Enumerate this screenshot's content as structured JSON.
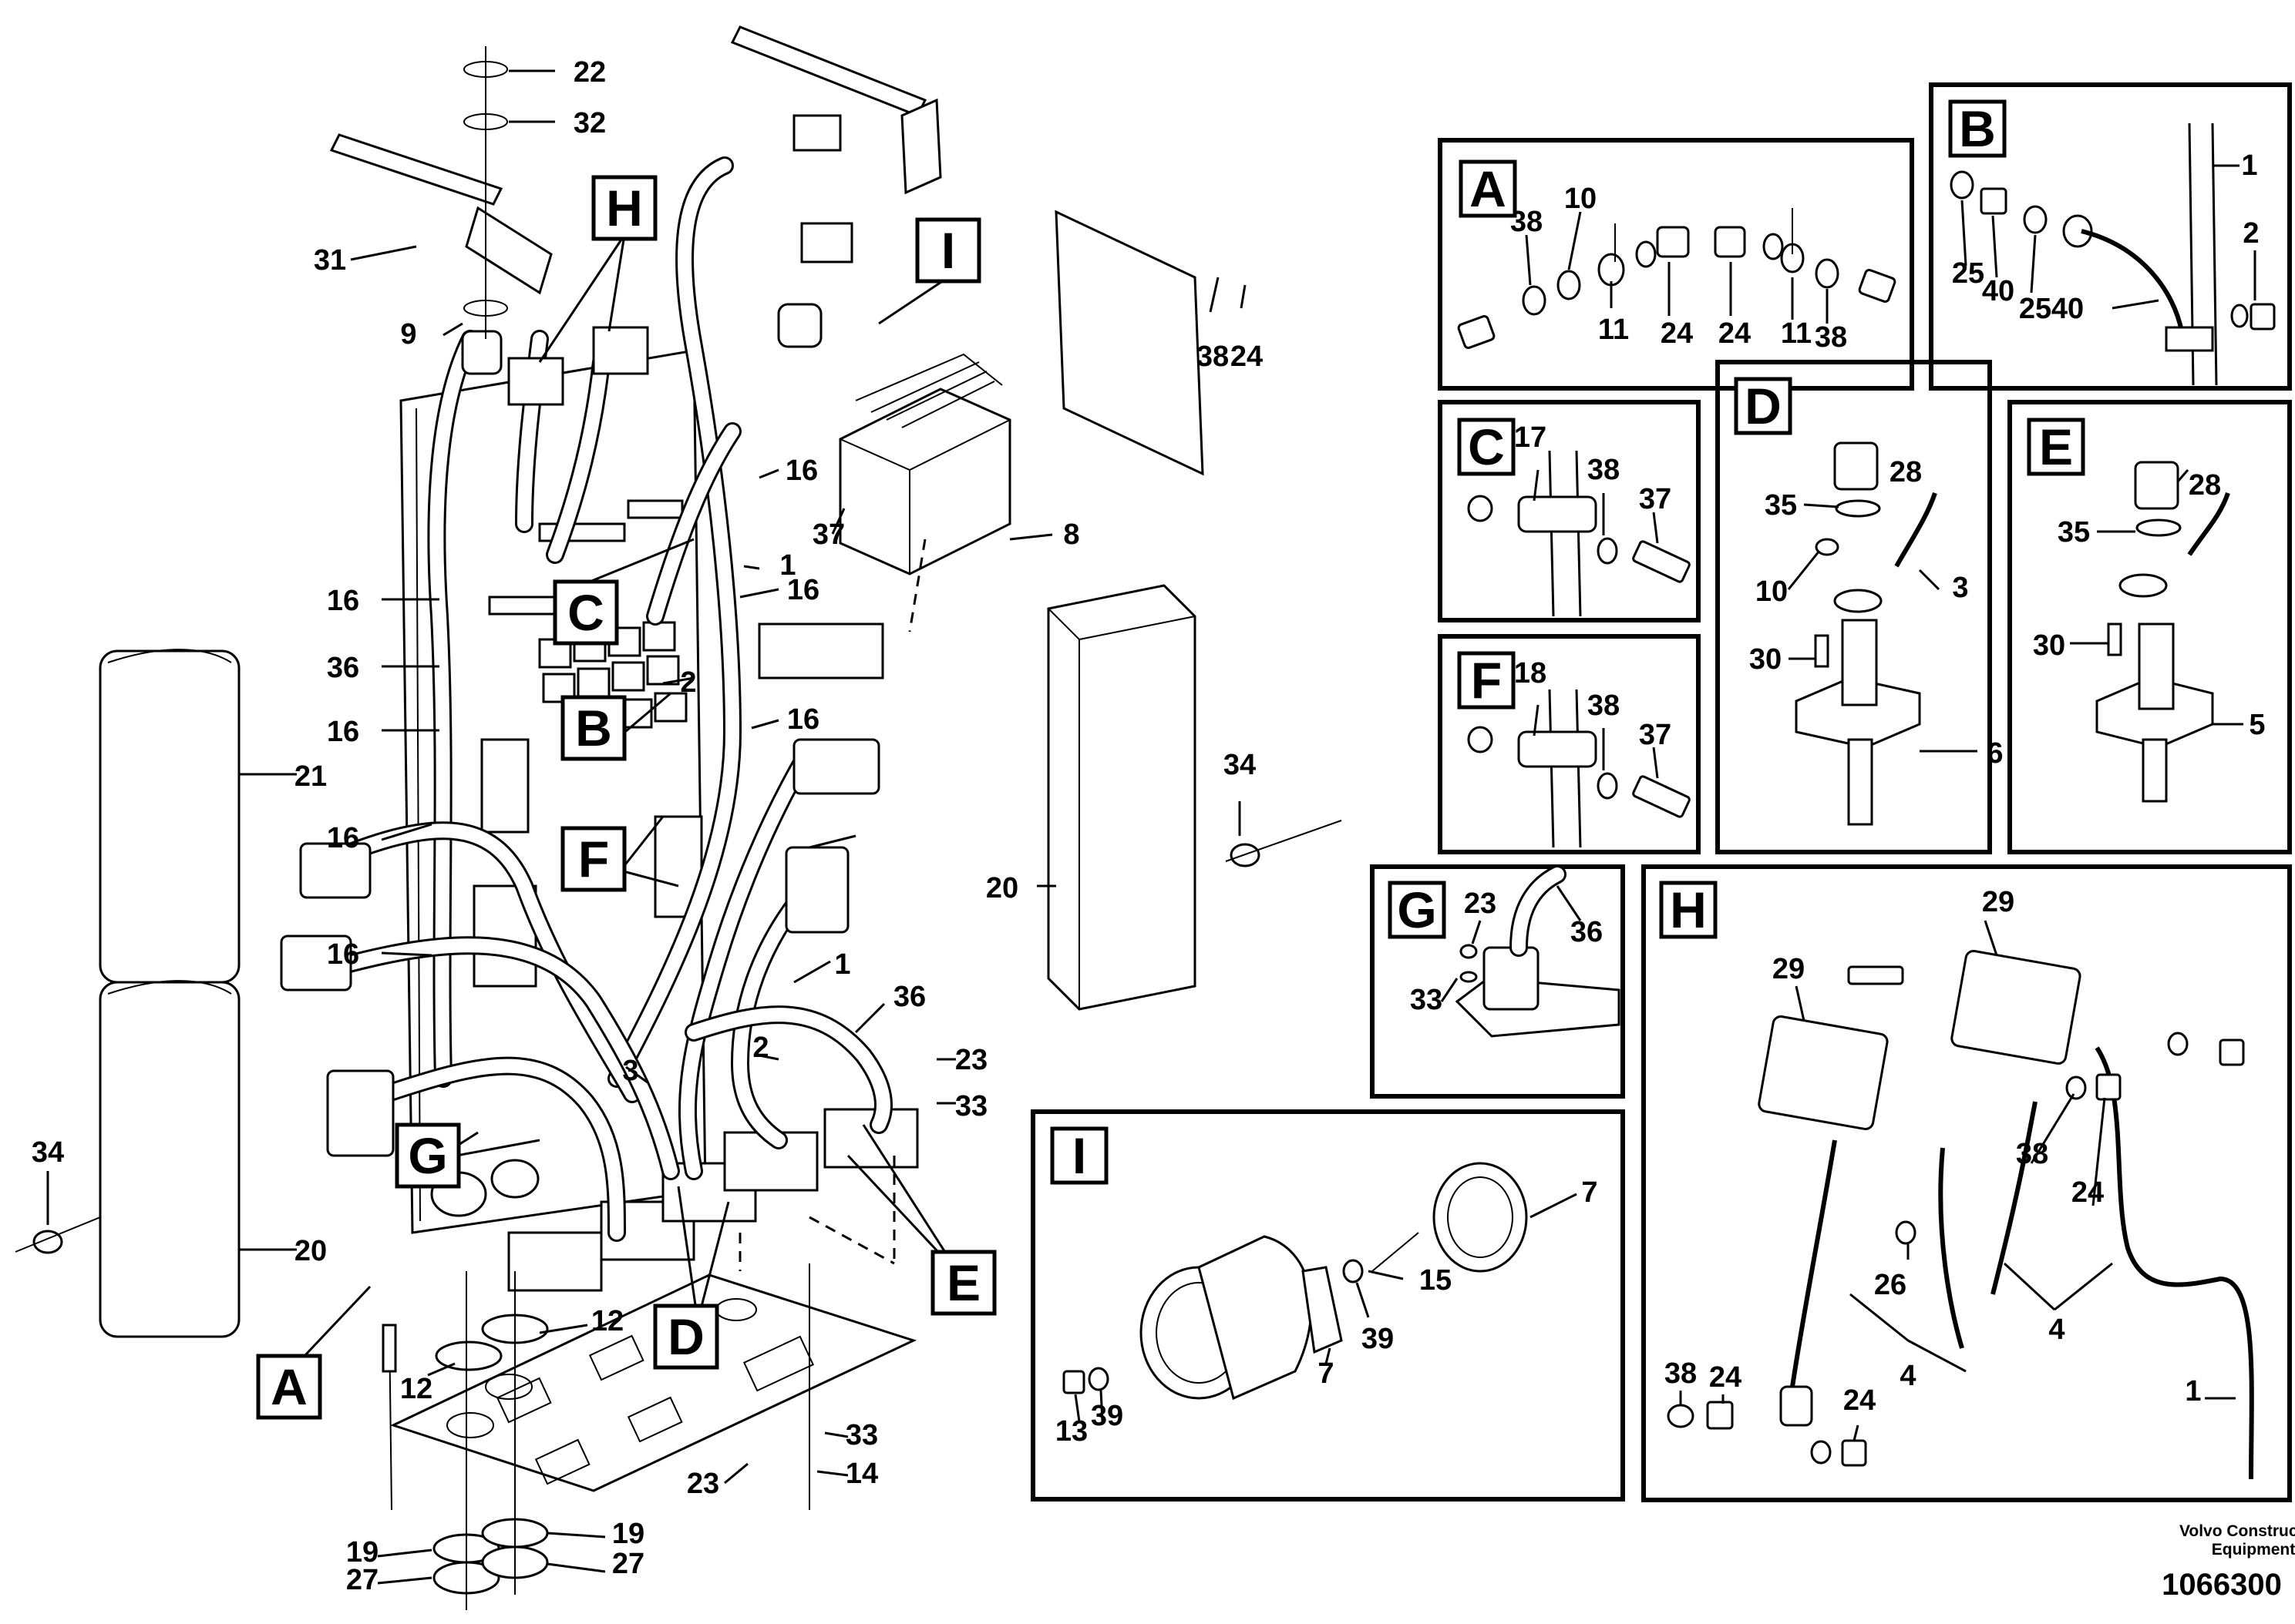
{
  "detail_labels": [
    "A",
    "B",
    "C",
    "D",
    "E",
    "F",
    "G",
    "H",
    "I"
  ],
  "callouts": {
    "main": [
      "22",
      "32",
      "31",
      "9",
      "16",
      "36",
      "16",
      "21",
      "16",
      "16",
      "20",
      "34",
      "1",
      "16",
      "2",
      "16",
      "16",
      "37",
      "8",
      "38",
      "24",
      "20",
      "34",
      "1",
      "36",
      "23",
      "33",
      "2",
      "3",
      "12",
      "12",
      "33",
      "14",
      "23",
      "19",
      "19",
      "27",
      "27"
    ],
    "A": [
      "38",
      "10",
      "11",
      "24",
      "24",
      "11",
      "38"
    ],
    "B": [
      "1",
      "25",
      "40",
      "25",
      "40",
      "2"
    ],
    "C": [
      "17",
      "38",
      "37"
    ],
    "D": [
      "28",
      "35",
      "10",
      "3",
      "30",
      "6"
    ],
    "E": [
      "28",
      "35",
      "30",
      "5"
    ],
    "F": [
      "18",
      "38",
      "37"
    ],
    "G": [
      "23",
      "36",
      "33"
    ],
    "H": [
      "29",
      "29",
      "38",
      "24",
      "26",
      "38",
      "24",
      "4",
      "4",
      "24",
      "1"
    ],
    "I": [
      "7",
      "15",
      "39",
      "7",
      "13",
      "39"
    ]
  },
  "brand": {
    "line1": "Volvo Construction",
    "line2": "Equipment"
  },
  "part_number": "1066300"
}
